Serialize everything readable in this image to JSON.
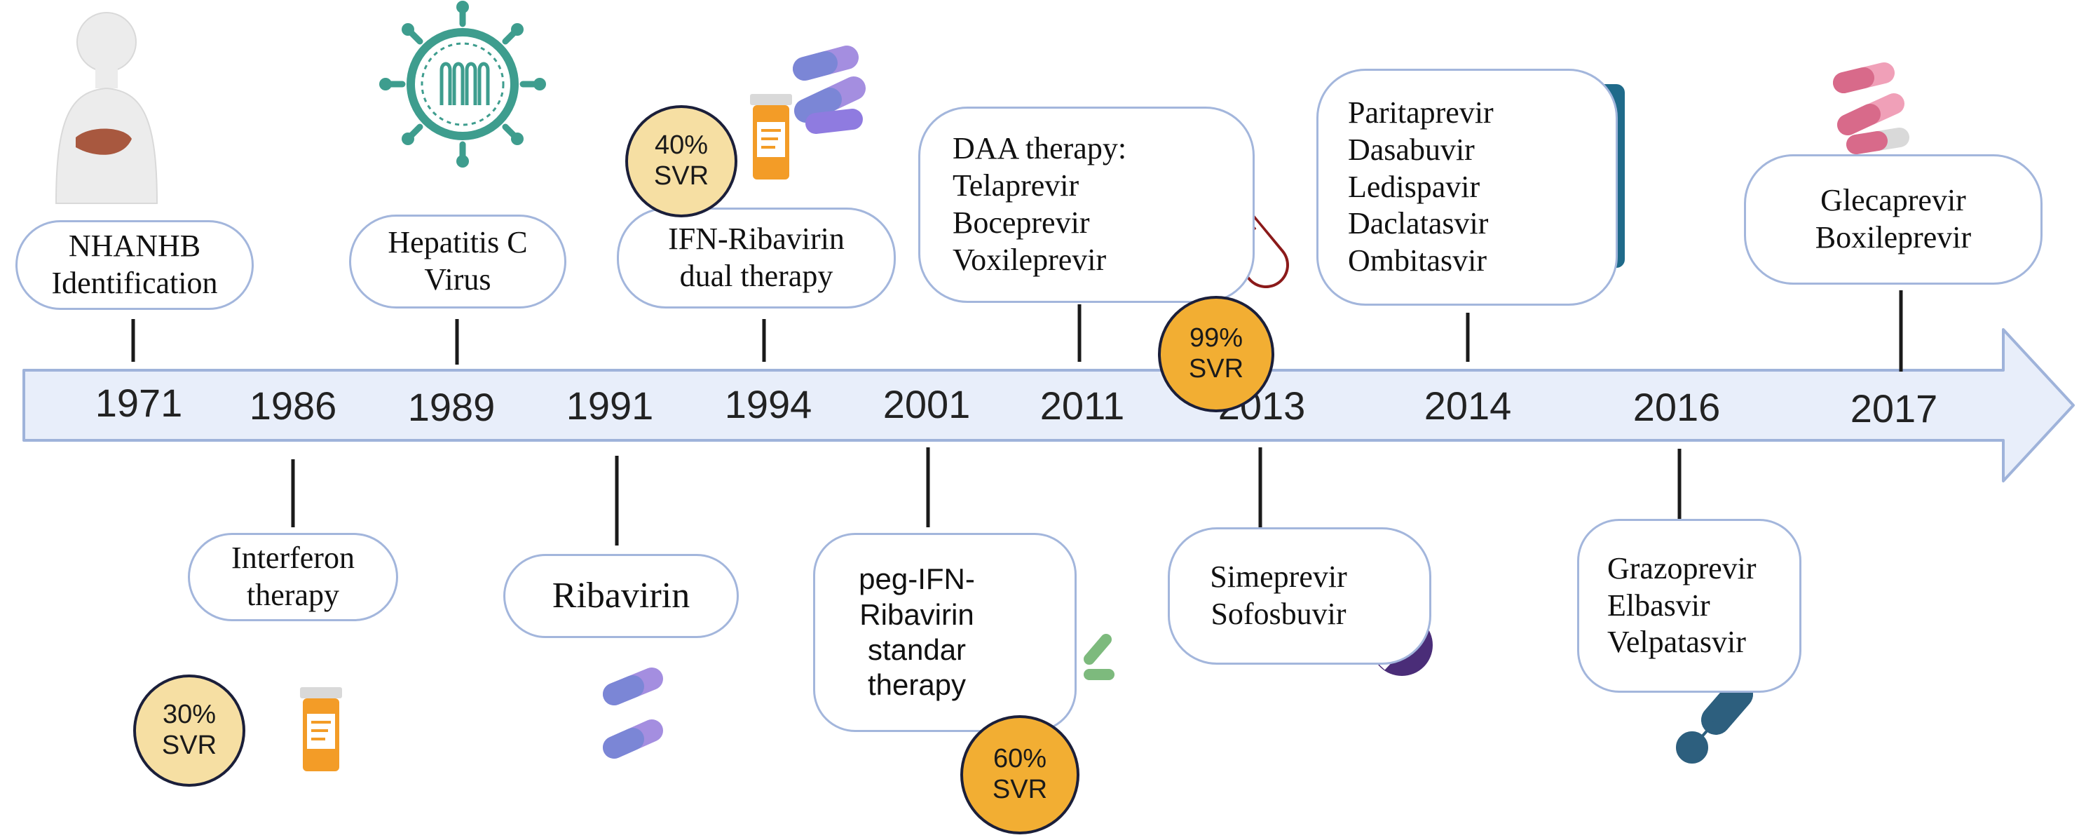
{
  "timeline": {
    "years": [
      "1971",
      "1986",
      "1989",
      "1991",
      "1994",
      "2001",
      "2011",
      "2013",
      "2014",
      "2016",
      "2017"
    ]
  },
  "events": {
    "nhanhb": [
      "NHANHB",
      "Identification"
    ],
    "interferon": [
      "Interferon",
      "therapy"
    ],
    "hcv": [
      "Hepatitis C",
      "Virus"
    ],
    "ribavirin": [
      "Ribavirin"
    ],
    "ifn_dual": [
      "IFN-Ribavirin",
      "dual therapy"
    ],
    "peg_ifn": [
      "peg-IFN-",
      "Ribavirin",
      "standar",
      "therapy"
    ],
    "daa": [
      "DAA therapy:",
      "Telaprevir",
      "Boceprevir",
      "Voxileprevir"
    ],
    "sime": [
      "Simeprevir",
      "Sofosbuvir"
    ],
    "pari": [
      "Paritaprevir",
      "Dasabuvir",
      "Ledispavir",
      "Daclatasvir",
      "Ombitasvir"
    ],
    "grazo": [
      "Grazoprevir",
      "Elbasvir",
      "Velpatasvir"
    ],
    "gleca": [
      "Glecaprevir",
      "Boxileprevir"
    ]
  },
  "svr_badges": {
    "b30": [
      "30%",
      "SVR"
    ],
    "b40": [
      "40%",
      "SVR"
    ],
    "b60": [
      "60%",
      "SVR"
    ],
    "b99": [
      "99%",
      "SVR"
    ]
  },
  "colors": {
    "arrow_fill": "#e8eefa",
    "arrow_stroke": "#9fb3da",
    "box_border": "#a3b6dc",
    "badge_pale": "#f6dfa3",
    "badge_orange": "#f2ae33",
    "badge_border": "#1b1f3a"
  },
  "icons": [
    "human-liver-icon",
    "virus-icon",
    "pill-bottle-icon",
    "capsules-icon",
    "medicine-bottle-icon",
    "capsule-icon",
    "tablet-icon",
    "blister-pack-icon"
  ]
}
